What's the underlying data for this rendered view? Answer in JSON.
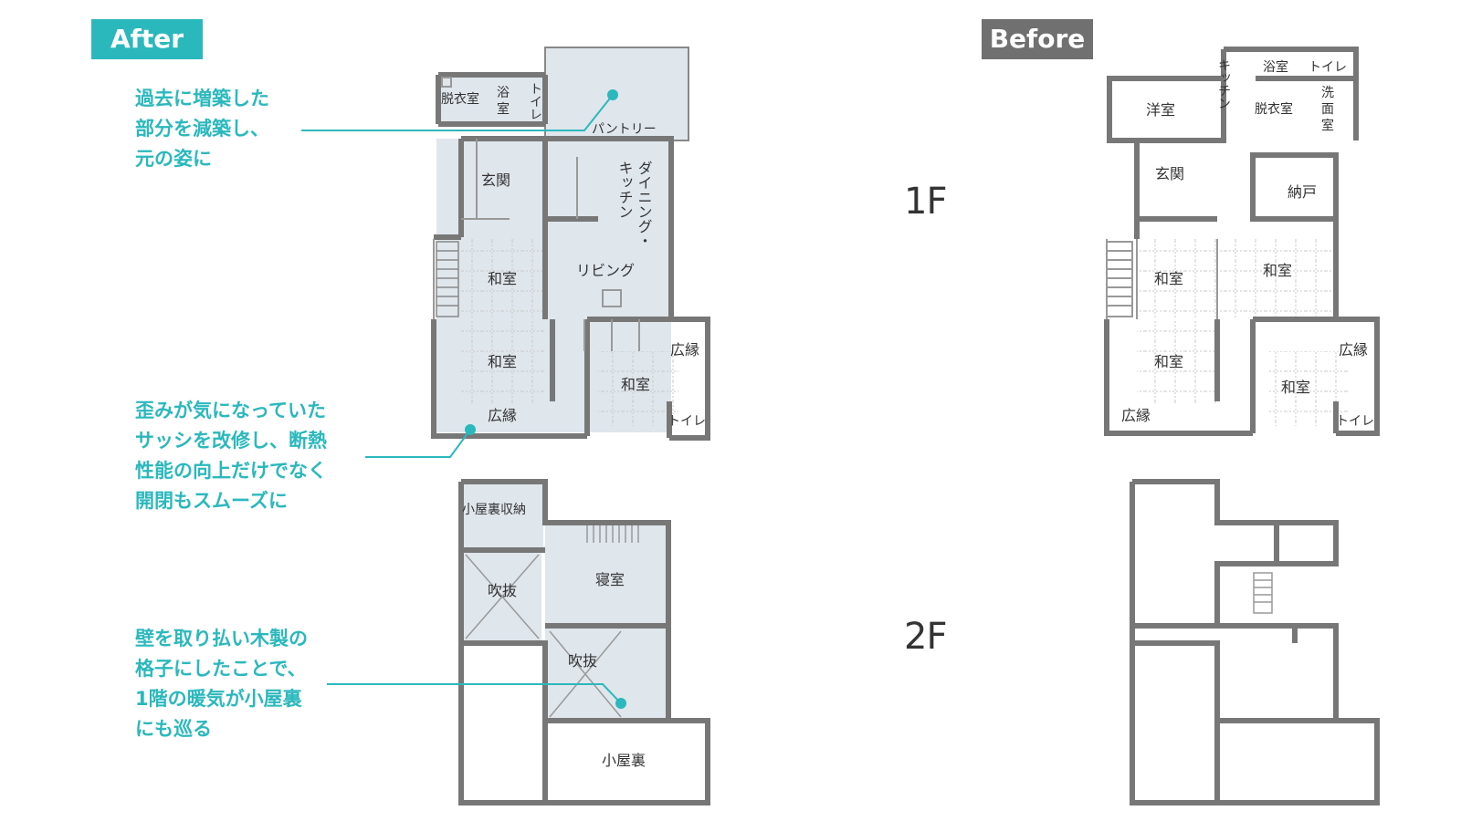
{
  "colors": {
    "accent": "#2bb8bd",
    "before": "#707070",
    "wall": "#777777",
    "fill": "#dfe6ec",
    "text": "#333333"
  },
  "after_badge": "After",
  "before_badge": "Before",
  "floor1": "1F",
  "floor2": "2F",
  "annotations": [
    {
      "lines": [
        "過去に増築した",
        "部分を減築し、",
        "元の姿に"
      ]
    },
    {
      "lines": [
        "歪みが気になっていた",
        "サッシを改修し、断熱",
        "性能の向上だけでなく",
        "開閉もスムーズに"
      ]
    },
    {
      "lines": [
        "壁を取り払い木製の",
        "格子にしたことで、",
        "1階の暖気が小屋裏",
        "にも巡る"
      ]
    }
  ],
  "after_1f": {
    "datsuijo": "脱衣室",
    "yoku1": "浴",
    "yoku2": "室",
    "toilet_v": "トイレ",
    "pantry": "パントリー",
    "dining1": "ダイニング・",
    "dining2": "キッチン",
    "genkan": "玄関",
    "living": "リビング",
    "washitsu_a": "和室",
    "washitsu_b": "和室",
    "washitsu_c": "和室",
    "hiroen_a": "広縁",
    "hiroen_b": "広縁",
    "toilet_h": "トイレ"
  },
  "after_2f": {
    "koyaura_shuno": "小屋裏収納",
    "fukinuke_a": "吹抜",
    "shinshitsu": "寝室",
    "fukinuke_b": "吹抜",
    "koyaura": "小屋裏"
  },
  "before_1f": {
    "kitchen_v": "キッチン",
    "yokushitsu": "浴室",
    "toilet_top": "トイレ",
    "yoshitsu": "洋室",
    "datsuijo": "脱衣室",
    "senmen1": "洗",
    "senmen2": "面",
    "senmen3": "室",
    "genkan": "玄関",
    "nando": "納戸",
    "washitsu_a": "和室",
    "washitsu_b": "和室",
    "washitsu_c": "和室",
    "washitsu_d": "和室",
    "hiroen_a": "広縁",
    "hiroen_b": "広縁",
    "toilet_h": "トイレ"
  }
}
